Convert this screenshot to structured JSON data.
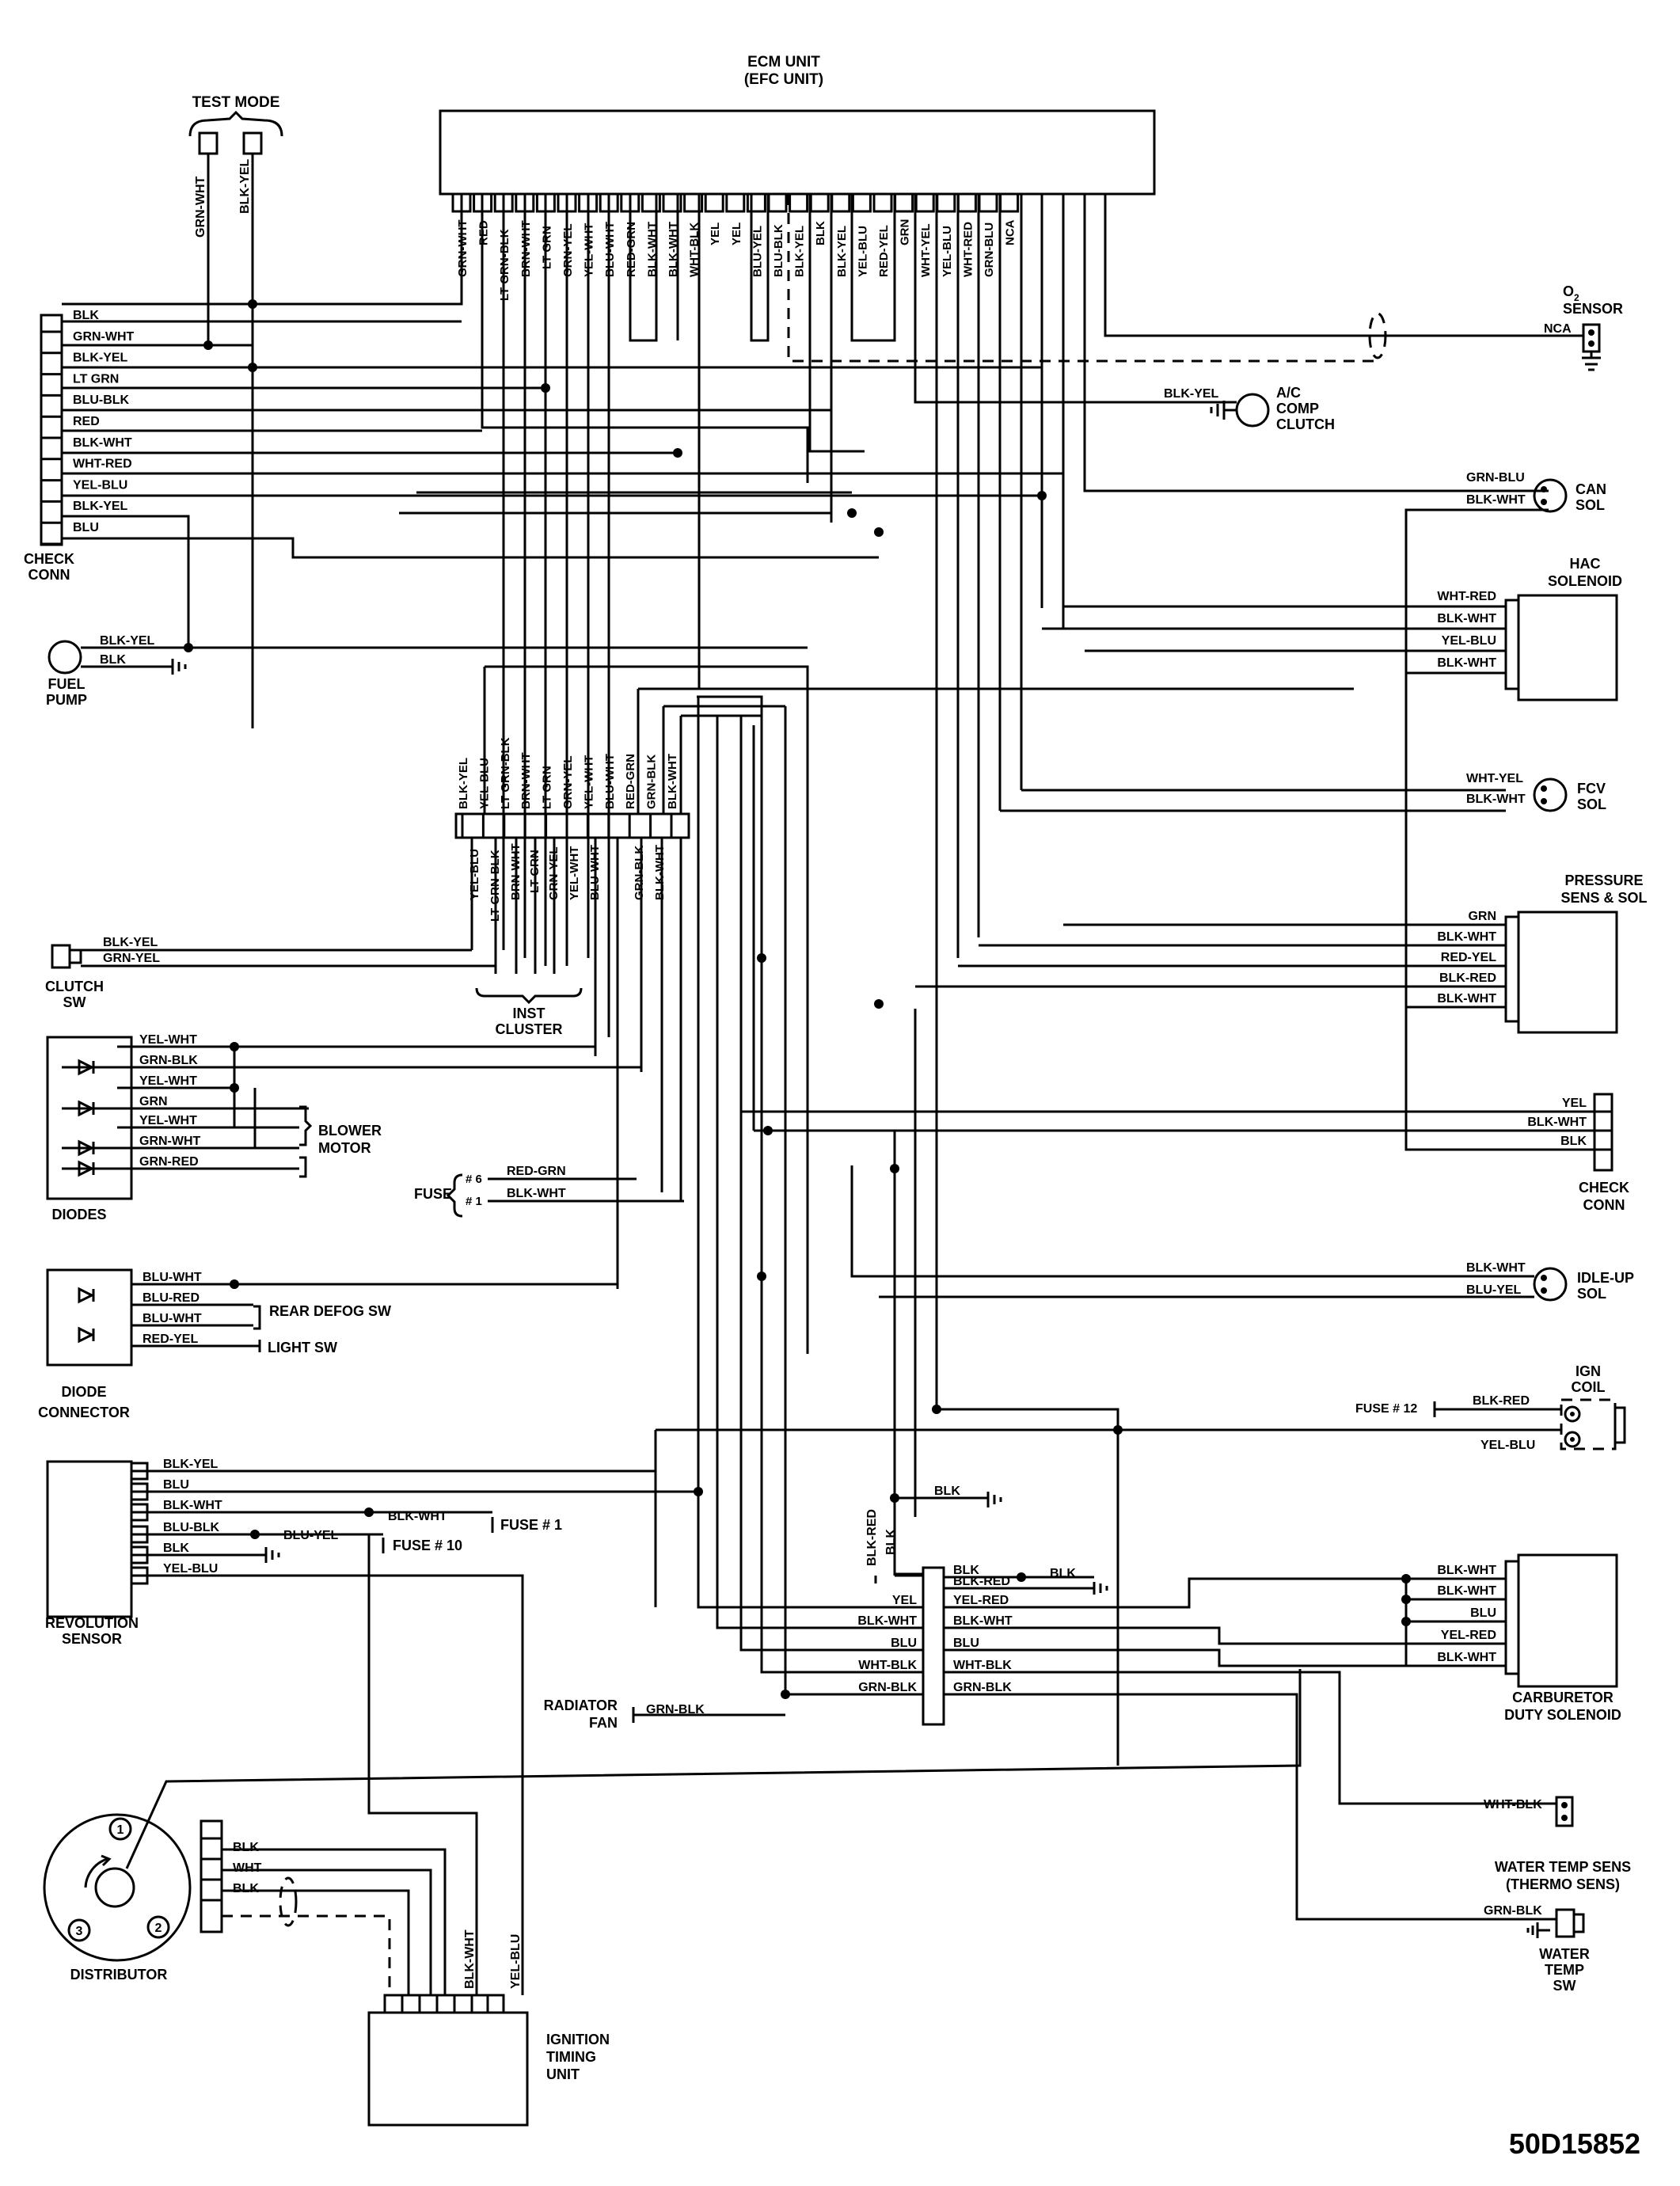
{
  "diagram_id": "50D15852",
  "ecm": {
    "title": "ECM UNIT",
    "subtitle": "(EFC UNIT)",
    "pins": [
      "GRN-WHT",
      "RED",
      "LT GRN-BLK",
      "BRN-WHT",
      "LT GRN",
      "GRN-YEL",
      "YEL-WHT",
      "BLU-WHT",
      "RED-GRN",
      "BLK-WHT",
      "BLK-WHT",
      "WHT-BLK",
      "YEL",
      "YEL",
      "BLU-YEL",
      "BLU-BLK",
      "BLK-YEL",
      "BLK",
      "BLK-YEL",
      "YEL-BLU",
      "RED-YEL",
      "GRN",
      "WHT-YEL",
      "YEL-BLU",
      "WHT-RED",
      "GRN-BLU",
      "NCA"
    ]
  },
  "test_mode": {
    "label": "TEST MODE",
    "wires": [
      "GRN-WHT",
      "BLK-YEL"
    ]
  },
  "check_conn_left": {
    "label1": "CHECK",
    "label2": "CONN",
    "pins": [
      "BLK",
      "GRN-WHT",
      "BLK-YEL",
      "LT GRN",
      "BLU-BLK",
      "RED",
      "BLK-WHT",
      "WHT-RED",
      "YEL-BLU",
      "BLK-YEL",
      "BLU"
    ]
  },
  "fuel_pump": {
    "label1": "FUEL",
    "label2": "PUMP",
    "wires": [
      "BLK-YEL",
      "BLK"
    ]
  },
  "inst_connector": {
    "top_pins": [
      "BLK-YEL",
      "YEL-BLU",
      "LT GRN-BLK",
      "BRN-WHT",
      "LT GRN",
      "GRN-YEL",
      "YEL-WHT",
      "BLU-WHT",
      "RED-GRN",
      "GRN-BLK",
      "BLK-WHT"
    ],
    "bottom_pins": [
      "YEL-BLU",
      "LT GRN-BLK",
      "BRN-WHT",
      "LT GRN",
      "GRN-YEL",
      "YEL-WHT",
      "BLU-WHT",
      "GRN-BLK",
      "BLK-WHT"
    ]
  },
  "inst_cluster": {
    "label1": "INST",
    "label2": "CLUSTER"
  },
  "clutch_sw": {
    "label1": "CLUTCH",
    "label2": "SW",
    "wires": [
      "BLK-YEL",
      "GRN-YEL"
    ]
  },
  "diodes": {
    "label": "DIODES",
    "wires": [
      "YEL-WHT",
      "GRN-BLK",
      "YEL-WHT",
      "GRN",
      "YEL-WHT",
      "GRN-WHT",
      "GRN-RED"
    ]
  },
  "blower_motor": {
    "label1": "BLOWER",
    "label2": "MOTOR"
  },
  "fuse_group": {
    "label": "FUSE",
    "fuses": [
      "# 6",
      "# 1"
    ],
    "wires": [
      "RED-GRN",
      "BLK-WHT"
    ]
  },
  "diode_connector": {
    "label1": "DIODE",
    "label2": "CONNECTOR",
    "wires": [
      "BLU-WHT",
      "BLU-RED",
      "BLU-WHT",
      "RED-YEL"
    ]
  },
  "rear_defog": "REAR DEFOG SW",
  "light_sw": "LIGHT SW",
  "revolution_sensor": {
    "label1": "REVOLUTION",
    "label2": "SENSOR",
    "pins": [
      "BLK-YEL",
      "BLU",
      "BLK-WHT",
      "BLU-BLK",
      "BLK",
      "YEL-BLU"
    ]
  },
  "rev_fuses": {
    "wire1": "BLK-WHT",
    "fuse1": "FUSE # 1",
    "wire2": "BLU-YEL",
    "fuse2": "FUSE # 10"
  },
  "distributor": {
    "label": "DISTRIBUTOR",
    "terminals": [
      "1",
      "2",
      "3"
    ],
    "wires": [
      "BLK",
      "WHT",
      "BLK"
    ]
  },
  "ignition_timing_unit": {
    "label1": "IGNITION",
    "label2": "TIMING",
    "label3": "UNIT",
    "wires": [
      "BLK-WHT",
      "YEL-BLU"
    ]
  },
  "o2_sensor": {
    "label1": "O",
    "sub": "2",
    "label2": "SENSOR",
    "wire": "NCA"
  },
  "ac_comp": {
    "label1": "A/C",
    "label2": "COMP",
    "label3": "CLUTCH",
    "wire": "BLK-YEL"
  },
  "can_sol": {
    "label1": "CAN",
    "label2": "SOL",
    "wires": [
      "GRN-BLU",
      "BLK-WHT"
    ]
  },
  "hac_solenoid": {
    "label1": "HAC",
    "label2": "SOLENOID",
    "wires": [
      "WHT-RED",
      "BLK-WHT",
      "YEL-BLU",
      "BLK-WHT"
    ]
  },
  "fcv_sol": {
    "label1": "FCV",
    "label2": "SOL",
    "wires": [
      "WHT-YEL",
      "BLK-WHT"
    ]
  },
  "pressure_sens": {
    "label1": "PRESSURE",
    "label2": "SENS & SOL",
    "wires": [
      "GRN",
      "BLK-WHT",
      "RED-YEL",
      "BLK-RED",
      "BLK-WHT"
    ]
  },
  "check_conn_right": {
    "label1": "CHECK",
    "label2": "CONN",
    "wires": [
      "YEL",
      "BLK-WHT",
      "BLK"
    ]
  },
  "idle_up": {
    "label1": "IDLE-UP",
    "label2": "SOL",
    "wires": [
      "BLK-WHT",
      "BLU-YEL"
    ]
  },
  "ign_coil": {
    "label1": "IGN",
    "label2": "COIL",
    "fuse": "FUSE # 12",
    "wires": [
      "BLK-RED",
      "YEL-BLU"
    ]
  },
  "ground_blk": "BLK",
  "center_connector": {
    "vertical_wires": [
      "BLK-RED",
      "BLK"
    ],
    "left_pins": [
      "YEL",
      "BLK-WHT",
      "BLU",
      "WHT-BLK",
      "GRN-BLK"
    ],
    "right_pins": [
      "BLK",
      "BLK-RED",
      "YEL-RED",
      "BLK-WHT",
      "BLU",
      "WHT-BLK",
      "GRN-BLK"
    ],
    "ground": "BLK"
  },
  "radiator_fan": {
    "label1": "RADIATOR",
    "label2": "FAN",
    "wire": "GRN-BLK"
  },
  "carburetor": {
    "label1": "CARBURETOR",
    "label2": "DUTY SOLENOID",
    "wires": [
      "BLK-WHT",
      "BLK-WHT",
      "BLU",
      "YEL-RED",
      "BLK-WHT"
    ]
  },
  "water_temp_sens": {
    "label1": "WATER TEMP SENS",
    "label2": "(THERMO SENS)",
    "wire": "WHT-BLK"
  },
  "water_temp_sw": {
    "label1": "WATER",
    "label2": "TEMP",
    "label3": "SW",
    "wire": "GRN-BLK"
  }
}
